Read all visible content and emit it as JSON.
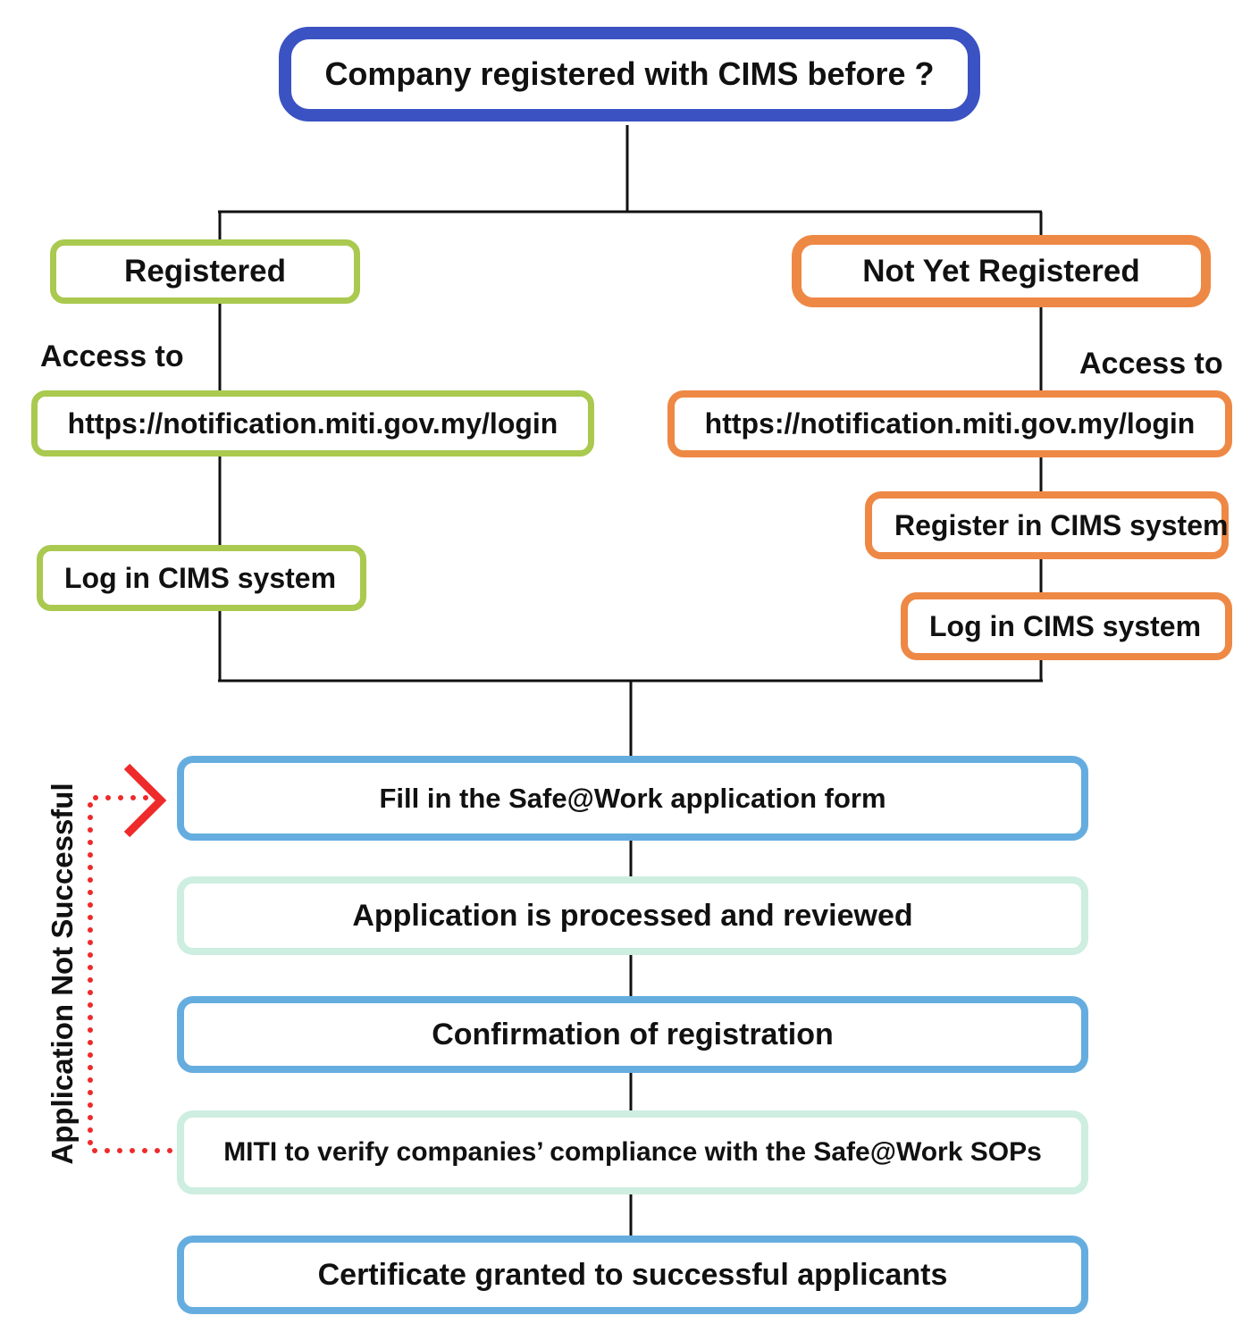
{
  "colors": {
    "question": "#3a52c2",
    "registered": "#a9c94f",
    "not_registered": "#ee8845",
    "step_blue": "#66addf",
    "step_mint": "#cdeee0",
    "retry": "#ee2a2a",
    "line": "#111111"
  },
  "question": "Company registered with CIMS before ?",
  "registered": {
    "title": "Registered",
    "access_label": "Access to",
    "url": "https://notification.miti.gov.my/login",
    "login": "Log in CIMS system"
  },
  "not_registered": {
    "title": "Not Yet Registered",
    "access_label": "Access to",
    "url": "https://notification.miti.gov.my/login",
    "register": "Register in CIMS system",
    "login": "Log in CIMS system"
  },
  "steps": {
    "fill_form": "Fill in the Safe@Work application form",
    "processed": "Application is processed and reviewed",
    "confirmation": "Confirmation of registration",
    "verify": "MITI to verify companies’ compliance with the Safe@Work SOPs",
    "certificate": "Certificate granted to successful applicants"
  },
  "retry_label": "Application Not Successful",
  "retry_icon": "chevron-right-icon"
}
